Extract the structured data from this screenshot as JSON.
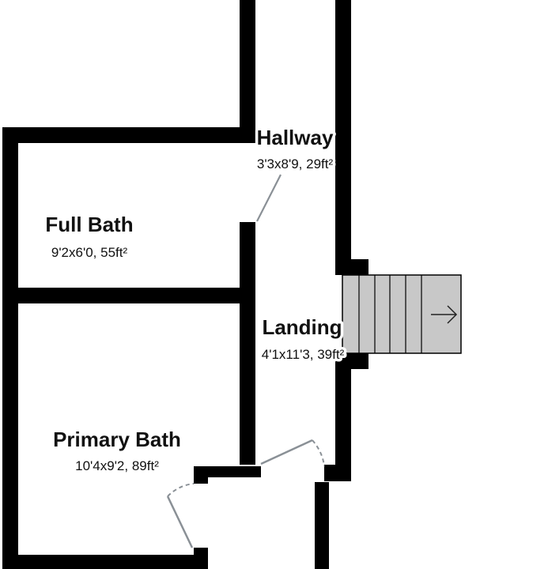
{
  "colors": {
    "wall": "#000000",
    "floor": "#ffffff",
    "door": "#8a9096",
    "stairs": "#c8c8c8",
    "text": "#111111"
  },
  "rooms": {
    "hallway": {
      "name": "Hallway",
      "dims": "3'3x8'9, 29ft²"
    },
    "full_bath": {
      "name": "Full Bath",
      "dims": "9'2x6'0, 55ft²"
    },
    "landing": {
      "name": "Landing",
      "dims": "4'1x11'3, 39ft²"
    },
    "primary_bath": {
      "name": "Primary Bath",
      "dims": "10'4x9'2, 89ft²"
    }
  },
  "stairs": {
    "direction_icon": "arrow-right-icon"
  }
}
